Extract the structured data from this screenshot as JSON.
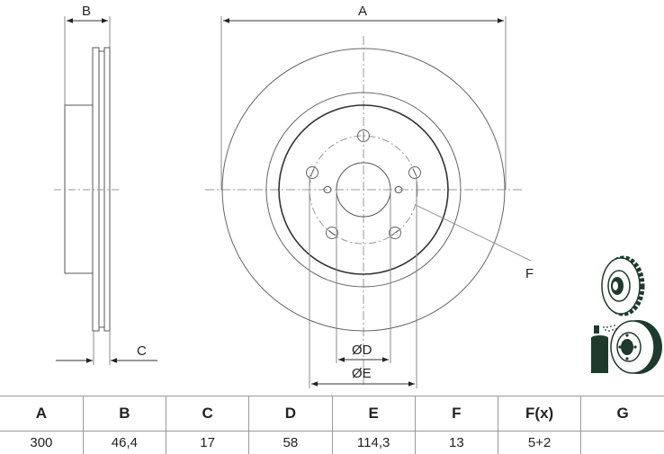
{
  "drawing": {
    "title": "Brake disc technical drawing",
    "dimension_labels": {
      "A": "A",
      "B": "B",
      "C": "C",
      "D": "ØD",
      "E": "ØE",
      "F": "F"
    },
    "icons": [
      "vented-disc-icon",
      "coated-disc-spray-icon"
    ],
    "line_color": "#555555",
    "centerline_color": "#999999",
    "icon_color": "#1e3a2c"
  },
  "table": {
    "headers": [
      "A",
      "B",
      "C",
      "D",
      "E",
      "F",
      "F(x)",
      "G"
    ],
    "values": [
      "300",
      "46,4",
      "17",
      "58",
      "114,3",
      "13",
      "5+2",
      ""
    ]
  }
}
